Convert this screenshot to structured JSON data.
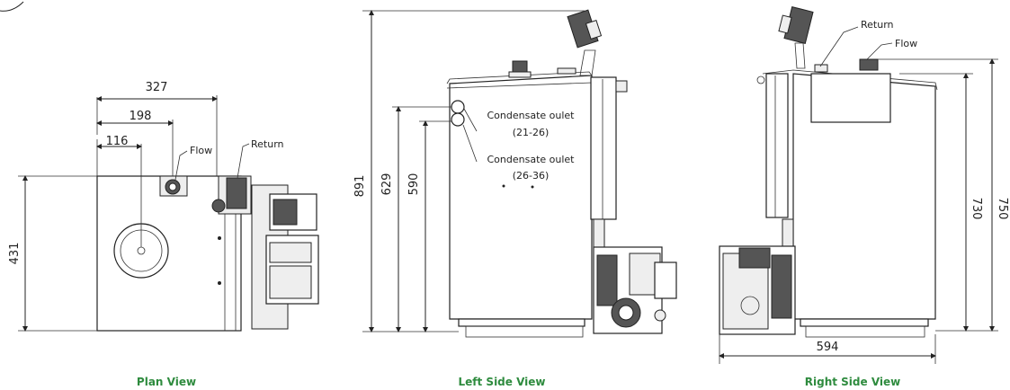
{
  "views": {
    "plan": {
      "caption": "Plan View",
      "dims": {
        "d327": "327",
        "d198": "198",
        "d116": "116",
        "d431": "431"
      },
      "labels": {
        "flow": "Flow",
        "return": "Return"
      }
    },
    "left": {
      "caption": "Left Side View",
      "dims": {
        "d891": "891",
        "d629": "629",
        "d590": "590"
      },
      "labels": {
        "cond1_line1": "Condensate oulet",
        "cond1_line2": "(21-26)",
        "cond2_line1": "Condensate oulet",
        "cond2_line2": "(26-36)"
      }
    },
    "right": {
      "caption": "Right Side View",
      "dims": {
        "d730": "730",
        "d750": "750",
        "d594": "594"
      },
      "labels": {
        "return": "Return",
        "flow": "Flow"
      }
    }
  },
  "colors": {
    "caption": "#2e8b3e",
    "line": "#222222"
  }
}
